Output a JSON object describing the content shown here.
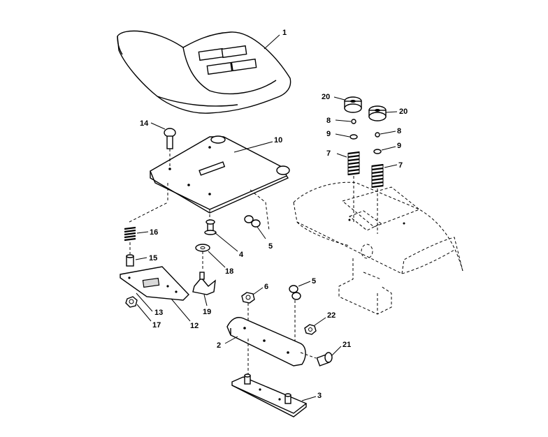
{
  "diagram": {
    "callouts": {
      "c1": "1",
      "c2": "2",
      "c3": "3",
      "c4": "4",
      "c5a": "5",
      "c5b": "5",
      "c6": "6",
      "c7a": "7",
      "c7b": "7",
      "c8a": "8",
      "c8b": "8",
      "c9a": "9",
      "c9b": "9",
      "c10": "10",
      "c12": "12",
      "c13": "13",
      "c14": "14",
      "c15": "15",
      "c16": "16",
      "c17": "17",
      "c18": "18",
      "c19": "19",
      "c20a": "20",
      "c20b": "20",
      "c21": "21",
      "c22": "22"
    }
  }
}
